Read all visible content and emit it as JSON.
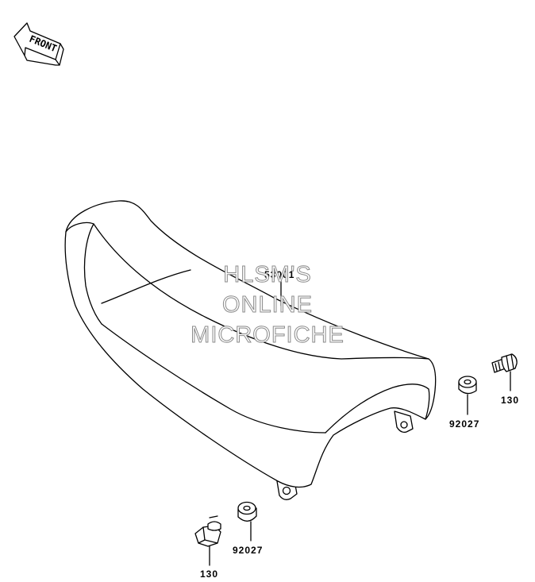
{
  "direction_label": "FRONT",
  "parts": {
    "seat": "53001",
    "washer_right": "92027",
    "bolt_right": "130",
    "washer_left": "92027",
    "bolt_left": "130"
  },
  "watermark": {
    "line1": "HLSM'S",
    "line2": "ONLINE",
    "line3": "MICROFICHE"
  }
}
